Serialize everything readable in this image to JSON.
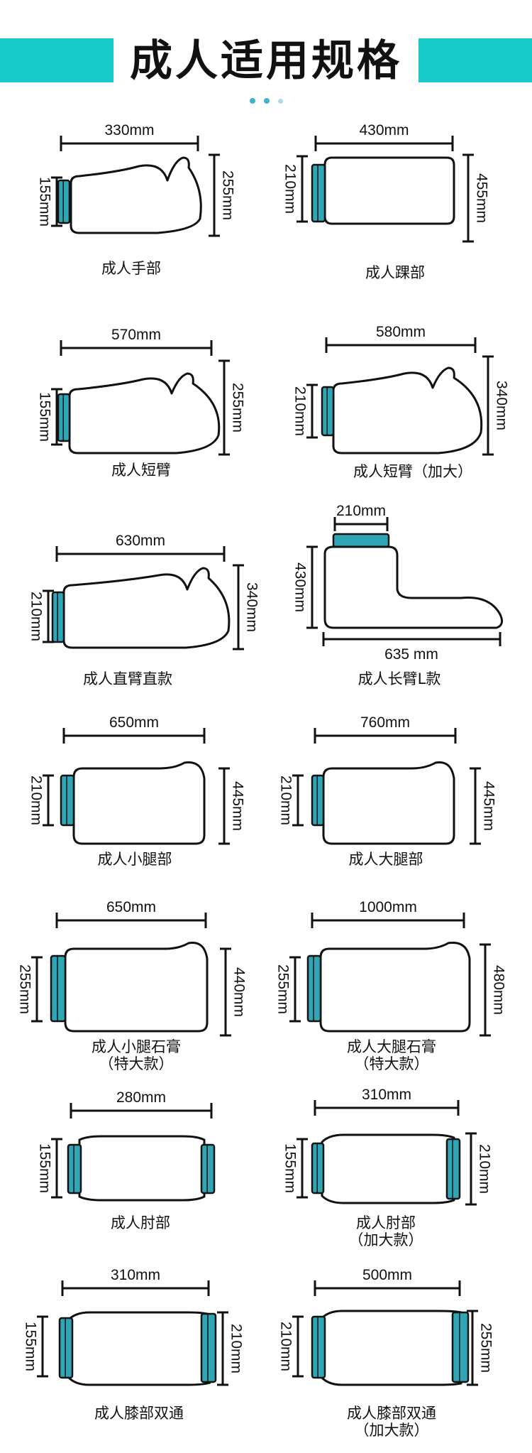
{
  "header": {
    "title": "成人适用规格"
  },
  "colors": {
    "accent": "#17c9c9",
    "cuff": "#2ea6b6",
    "outline": "#111111"
  },
  "items": [
    {
      "name": "成人手部",
      "width": "330mm",
      "opening": "155mm",
      "height": "255mm"
    },
    {
      "name": "成人踝部",
      "width": "430mm",
      "opening": "210mm",
      "height": "455mm"
    },
    {
      "name": "成人短臂",
      "width": "570mm",
      "opening": "155mm",
      "height": "255mm"
    },
    {
      "name": "成人短臂（加大）",
      "width": "580mm",
      "opening": "210mm",
      "height": "340mm"
    },
    {
      "name": "成人直臂直款",
      "width": "630mm",
      "opening": "210mm",
      "height": "340mm"
    },
    {
      "name": "成人长臂L款",
      "width": "635 mm",
      "opening": "210mm",
      "height": "430mm"
    },
    {
      "name": "成人小腿部",
      "width": "650mm",
      "opening": "210mm",
      "height": "445mm"
    },
    {
      "name": "成人大腿部",
      "width": "760mm",
      "opening": "210mm",
      "height": "445mm"
    },
    {
      "name": "成人小腿石膏",
      "name2": "（特大款）",
      "width": "650mm",
      "opening": "255mm",
      "height": "440mm"
    },
    {
      "name": "成人大腿石膏",
      "name2": "（特大款）",
      "width": "1000mm",
      "opening": "255mm",
      "height": "480mm"
    },
    {
      "name": "成人肘部",
      "width": "280mm",
      "opening": "155mm"
    },
    {
      "name": "成人肘部",
      "name2": "（加大款）",
      "width": "310mm",
      "opening": "155mm",
      "height": "210mm"
    },
    {
      "name": "成人膝部双通",
      "width": "310mm",
      "opening": "155mm",
      "height": "210mm"
    },
    {
      "name": "成人膝部双通",
      "name2": "（加大款）",
      "width": "500mm",
      "opening": "210mm",
      "height": "255mm"
    }
  ]
}
